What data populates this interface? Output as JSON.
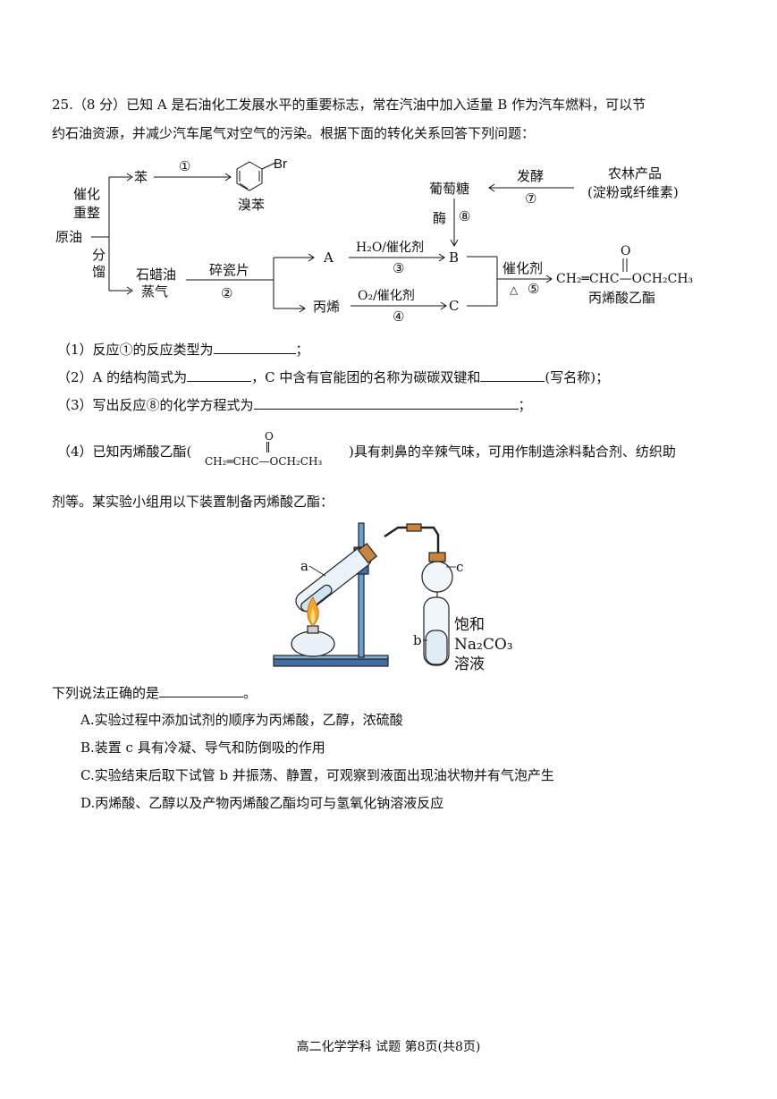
{
  "question": {
    "line1": "25.（8 分）已知 A 是石油化工发展水平的重要标志，常在汽油中加入适量 B 作为汽车燃料，可以节",
    "line2": "约石油资源，并减少汽车尾气对空气的污染。根据下面的转化关系回答下列问题："
  },
  "scheme": {
    "benzene": "苯",
    "step1": "①",
    "br": "Br",
    "bromobenzene": "溴苯",
    "catalytic_1": "催化",
    "catalytic_2": "重整",
    "crude_oil": "原油",
    "fen": "分",
    "liu": "馏",
    "paraffin_1": "石蜡油",
    "paraffin_2": "蒸气",
    "porcelain": "碎瓷片",
    "step2": "②",
    "a_label": "A",
    "propene": "丙烯",
    "water_cat": "H₂O/催化剂",
    "step3": "③",
    "o2_cat": "O₂/催化剂",
    "step4": "④",
    "b_label": "B",
    "c_label": "C",
    "glucose": "葡萄糖",
    "enzyme": "酶",
    "step8": "⑧",
    "ferment": "发酵",
    "step7": "⑦",
    "agri_1": "农林产品",
    "agri_2": "(淀粉或纤维素)",
    "catalyst": "催化剂",
    "heat": "△",
    "step5": "⑤",
    "o_atom": "O",
    "product_formula": "CH₂═CHC—OCH₂CH₃",
    "product_name": "丙烯酸乙酯"
  },
  "sub_questions": {
    "q1_a": "（1）反应①的反应类型为",
    "q1_b": "；",
    "q2_a": "（2）A 的结构简式为",
    "q2_b": "，C 中含有官能团的名称为碳碳双键和",
    "q2_c": "(写名称)；",
    "q3_a": "（3）写出反应⑧的化学方程式为",
    "q3_b": "；",
    "q4_a": "（4）已知丙烯酸乙酯(",
    "q4_formula": "CH₂═CHC—OCH₂CH₃",
    "q4_o": "O",
    "q4_b": ")具有刺鼻的辛辣气味，可用作制造涂料黏合剂、纺织助",
    "q4_c": "剂等。某实验小组用以下装置制备丙烯酸乙酯："
  },
  "apparatus": {
    "label_a": "a",
    "label_b": "b",
    "label_c": "c",
    "sat_1": "饱和",
    "sat_2": "Na₂CO₃",
    "sat_3": "溶液"
  },
  "choice": {
    "prompt_a": "下列说法正确的是",
    "prompt_b": "。",
    "A": "A.实验过程中添加试剂的顺序为丙烯酸，乙醇，浓硫酸",
    "B": "B.装置 c 具有冷凝、导气和防倒吸的作用",
    "C": "C.实验结束后取下试管 b 并振荡、静置，可观察到液面出现油状物并有气泡产生",
    "D": "D.丙烯酸、乙醇以及产物丙烯酸乙酯均可与氢氧化钠溶液反应"
  },
  "footer": "高二化学学科 试题 第8页(共8页)"
}
